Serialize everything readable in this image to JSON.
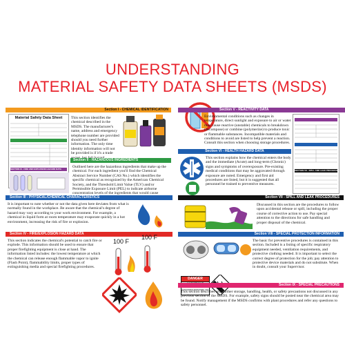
{
  "title_line1": "UNDERSTANDING",
  "title_line2": "MATERIAL SAFETY DATA SHEETS (MSDS)",
  "colors": {
    "title": "#e8212b",
    "orange": "#f39a1e",
    "yellow": "#f6d60c",
    "green": "#2e9a44",
    "purple": "#8a3a94",
    "blue": "#1f5fb0",
    "black": "#111111",
    "red": "#e22a26",
    "pink": "#e0266f"
  },
  "sheet_title": "Material Safety Data Sheet",
  "sections": {
    "s1": {
      "heading": "Section I - CHEMICAL IDENTIFICATION",
      "body": "This section identifies the chemical described in the MSDS. The manufacturer's name, address and emergency telephone number are provided should you need further information. The only time identity information will not be provided is if it's a trade secret, but full hazard protection data must be supplied."
    },
    "s2": {
      "heading": "Section II - HAZARDOUS INGREDIENTS",
      "body": "Outlined here are the hazardous ingredients that make up the chemical. For each ingredient you'll find the Chemical Abstract Service Number (CAS No.) which identifies the specific chemical as recognized by the American Chemical Society, and the Threshold Limit Value (TLV) and/or Permissible Exposure Limit (PEL) to indicate airborne concentration levels of the ingredients that would cause serious harm."
    },
    "s3": {
      "heading": "Section III - PHYSICAL/CHEMICAL CHARACTERISTICS",
      "body": "It is important to note whether or not the data given here deviates from what is normally found in the workplace. Be aware that the chemical's degree of hazard may vary according to your work environment. For example, a chemical in liquid form at room temperature may evaporate quickly in a hot environment, increasing the risk of fire or explosion."
    },
    "s4": {
      "heading": "Section IV - FIRE/EXPLOSION HAZARD DATA",
      "body": "This section indicates the chemical's potential to catch fire or explode. This information should be used to ensure that proper firefighting equipment is close at hand. The information listed includes: the lowest temperature at which the chemical can release enough flammable vapor to ignite (Flash Point), flammability limits, proper types of extinguishing media and special firefighting procedures."
    },
    "s5": {
      "heading": "Section V - REACTIVITY DATA",
      "body": "Environmental conditions such as changes in temperature, direct sunlight and exposure to air or water may cause reactive (unstable) chemicals to breakdown (decompose) or combine (polymerize) to produce toxic or flammable substances. Incompatible materials and conditions to avoid are listed to help prevent a reaction. Consult this section when choosing storage procedures."
    },
    "s6": {
      "heading": "Section VI - HEALTH HAZARD DATA",
      "body": "This section explains how the chemical enters the body and the immediate (Acute) and long-term (Chronic) signs and symptoms of overexposure. Pre-existing medical conditions that may be aggravated through exposure are noted. Emergency and first aid procedures are listed, but it is suggested that all personnel be trained to preventive measures."
    },
    "s7": {
      "heading": "Section VII - SPILL AND LEAK PROCEDURES",
      "body": "Discussed in this section are the procedures to follow upon accidental release or spill, including the proper course of corrective action to use. Pay special attention to the directions for safe handling and proper disposal of the chemical."
    },
    "s8": {
      "heading": "Section VIII - SPECIAL PROTECTION INFORMATION",
      "body": "The basic for preventive procedures is contained in this section. Included is a listing of specific respiratory equipment needed, ventilation requirements, and protective clothing needed. It is important to select the correct degree of protection for the job; pay attention to protective device materials and do not substitute. When in doubt, consult your Supervisor."
    },
    "s9": {
      "heading": "Section IX - SPECIAL PRECAUTIONS",
      "body": "This section describes any further storage, handling, health, or safety precautions not discussed in any previous section of the MSDS. For example, safety signs should be posted near the chemical area may be found. Notify management if the MSDS confirms with plant procedures and refer any questions to safety personnel."
    }
  },
  "form_side_heading": "SECTION VII - SPILL AND LEAK PROCEDURES",
  "form_left_bottom": "SECTION III - FIRE AND EXPLOSION HAZARD DATA",
  "temp1": "100 F",
  "temp2": "100 F",
  "danger_label": "DANGER",
  "danger_sub1": "HAZARDOUS",
  "danger_sub2": "MATERIAL AREA",
  "danger_sub3": "AUTHORIZED PERSONNEL ONLY"
}
